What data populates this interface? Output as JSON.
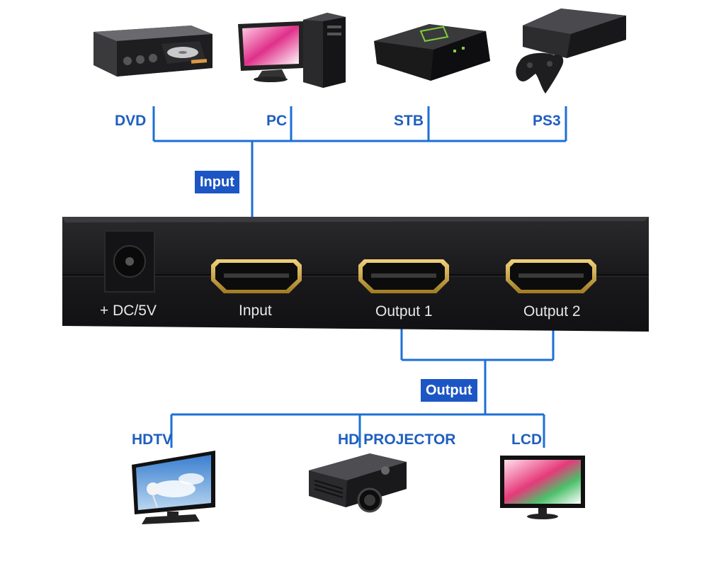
{
  "sources": {
    "dvd": "DVD",
    "pc": "PC",
    "stb": "STB",
    "ps3": "PS3"
  },
  "badges": {
    "input": "Input",
    "output": "Output"
  },
  "device": {
    "dc_label": "+ DC/5V",
    "input_label": "Input",
    "output1_label": "Output 1",
    "output2_label": "Output 2"
  },
  "displays": {
    "hdtv": "HDTV",
    "projector": "HD PROJECTOR",
    "lcd": "LCD"
  },
  "colors": {
    "line": "#1c6fd6",
    "label": "#1f5fbf",
    "badge": "#1c56c4",
    "device_body": "#1b1b1d"
  },
  "icons": {
    "dvd": "dvd-player-icon",
    "pc": "desktop-pc-icon",
    "stb": "set-top-box-icon",
    "ps3": "game-console-icon",
    "hdtv": "tv-icon",
    "projector": "projector-icon",
    "lcd": "monitor-icon"
  }
}
